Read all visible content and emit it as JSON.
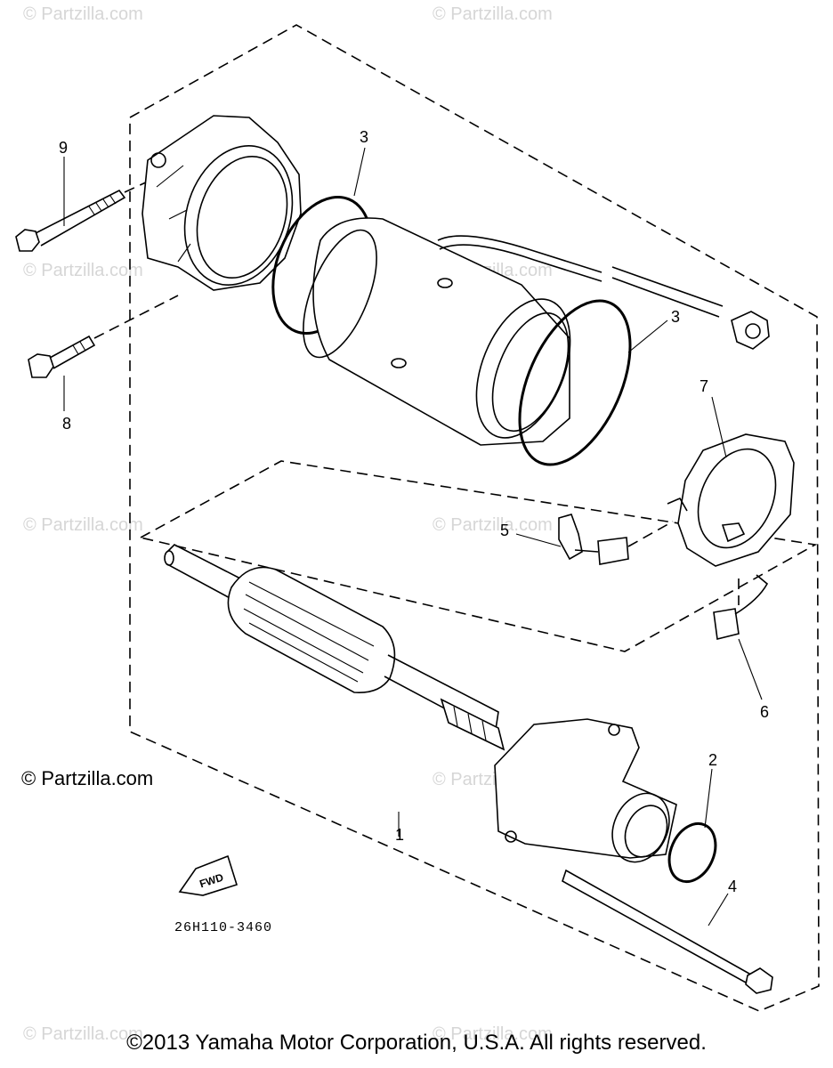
{
  "diagram": {
    "watermark_text": "© Partzilla.com",
    "partzilla_mark": "© Partzilla.com",
    "part_code": "26H110-3460",
    "fwd_label": "FWD",
    "copyright": "©2013 Yamaha Motor Corporation, U.S.A. All rights reserved.",
    "callouts": {
      "c1": "1",
      "c2": "2",
      "c3a": "3",
      "c3b": "3",
      "c4": "4",
      "c5": "5",
      "c6": "6",
      "c7": "7",
      "c8": "8",
      "c9": "9"
    }
  }
}
